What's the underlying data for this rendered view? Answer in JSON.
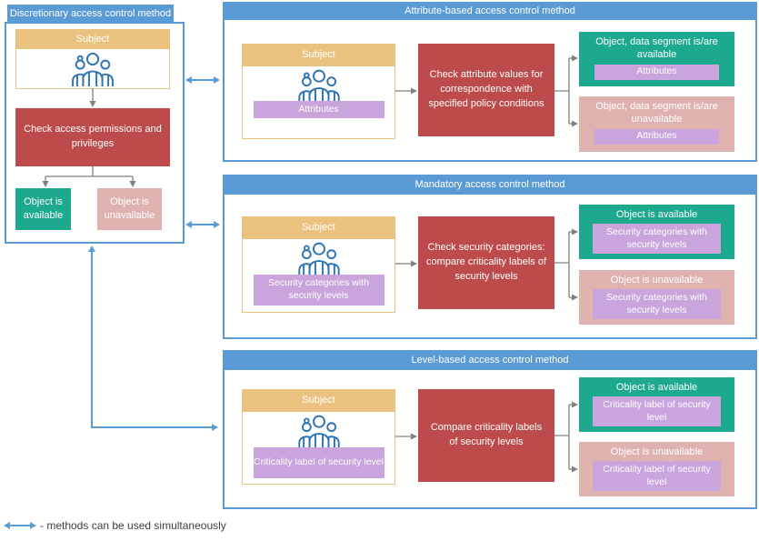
{
  "colors": {
    "blue": "#5B9BD5",
    "tan": "#EAC17E",
    "red": "#BE4B4B",
    "green": "#1CA98D",
    "pink": "#DFB2B0",
    "purple": "#CAA4DC",
    "icon_blue": "#2E74B5",
    "connector_gray": "#808080"
  },
  "discretionary": {
    "title": "Discretionary access control method",
    "subject_label": "Subject",
    "check_label": "Check access permissions and privileges",
    "available_label": "Object is available",
    "unavailable_label": "Object is unavailable"
  },
  "attribute": {
    "title": "Attribute-based access control method",
    "subject_label": "Subject",
    "subject_tag": "Attributes",
    "check_label": "Check attribute values for correspondence with specified policy conditions",
    "available_label": "Object, data segment is/are available",
    "available_tag": "Attributes",
    "unavailable_label": "Object, data segment is/are unavailable",
    "unavailable_tag": "Attributes"
  },
  "mandatory": {
    "title": "Mandatory access control method",
    "subject_label": "Subject",
    "subject_tag": "Security categories with security levels",
    "check_label": "Check security categories: compare criticality labels of security levels",
    "available_label": "Object is available",
    "available_tag": "Security categories with security levels",
    "unavailable_label": "Object is unavailable",
    "unavailable_tag": "Security categories with security levels"
  },
  "level": {
    "title": "Level-based access control method",
    "subject_label": "Subject",
    "subject_tag": "Criticality label of security level",
    "check_label": "Compare criticality labels of security levels",
    "available_label": "Object is available",
    "available_tag": "Criticality label of security level",
    "unavailable_label": "Object is unavailable",
    "unavailable_tag": "Criticality label of security level"
  },
  "legend": {
    "arrow_icon": "double-headed-arrow",
    "text": "- methods can be used simultaneously"
  }
}
